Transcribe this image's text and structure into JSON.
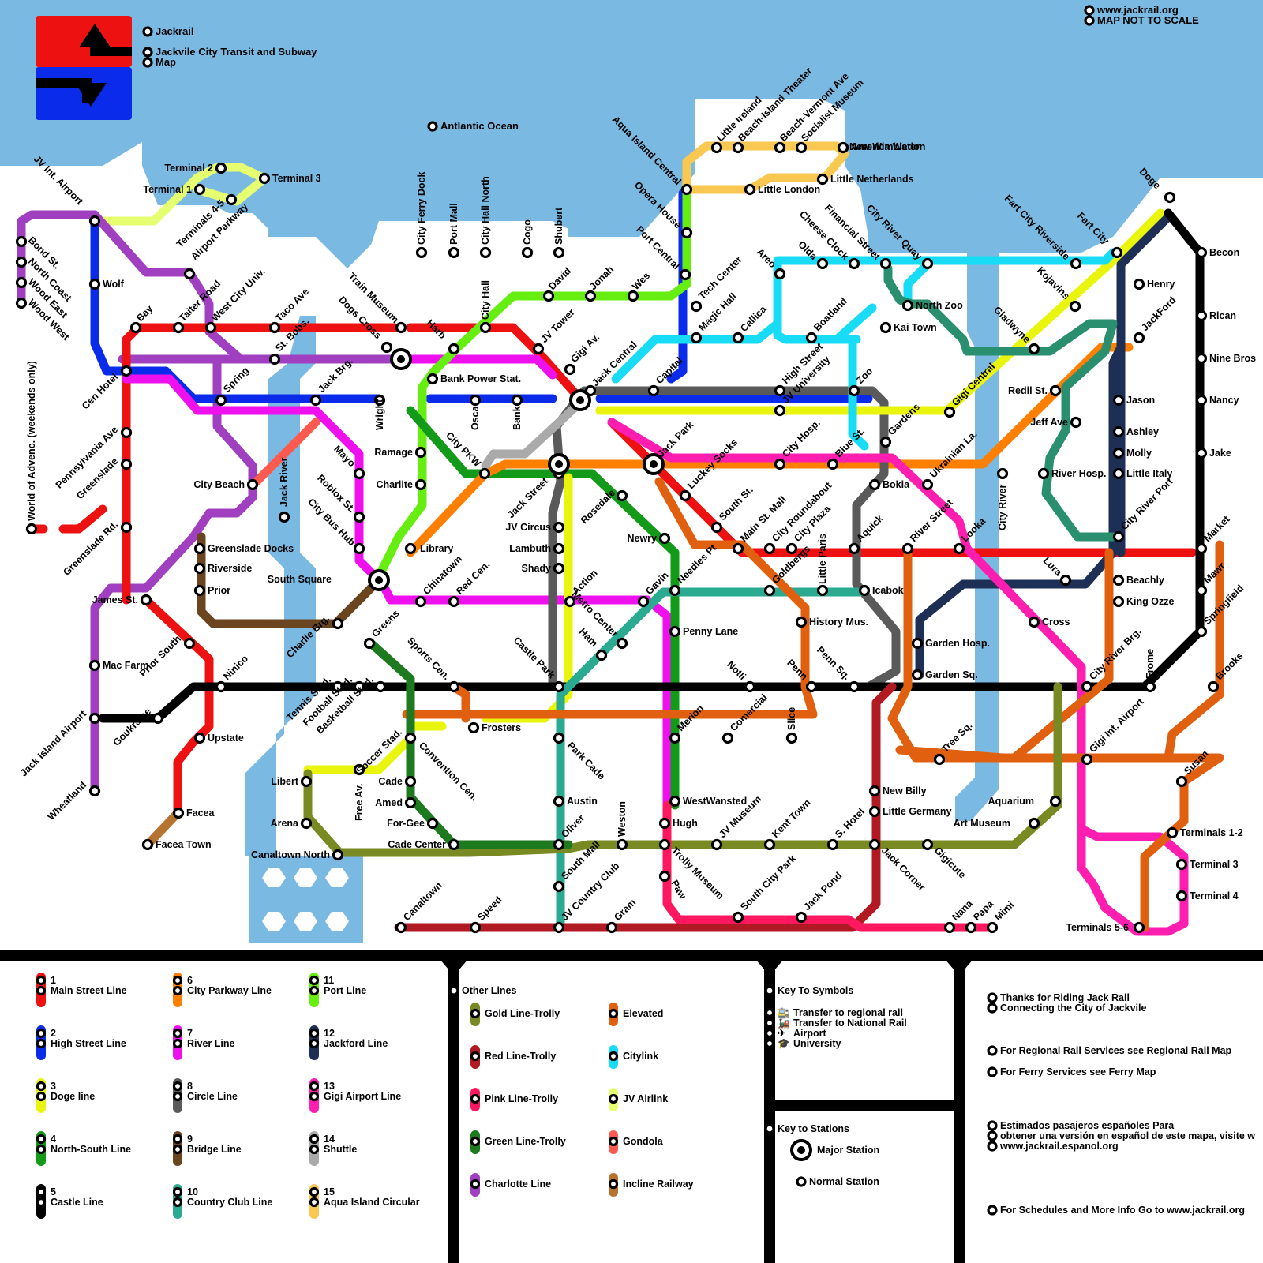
{
  "header": {
    "brand": "Jackrail",
    "system_name_1": "Jackvile City Transit and Subway",
    "system_name_2": "Map",
    "website": "www.jackrail.org",
    "scale_note": "MAP NOT TO SCALE",
    "ocean": "Antlantic Ocean"
  },
  "colors": {
    "water": "#7ab9e2",
    "main_street": "#ee1111",
    "high_street": "#0a2cea",
    "doge": "#eaf50e",
    "north_south": "#129a18",
    "castle": "#000000",
    "city_parkway": "#ff7f00",
    "river": "#ee11ee",
    "circle": "#5a5a5a",
    "bridge": "#6b4420",
    "country_club": "#2aaa90",
    "port": "#66ee11",
    "jackford": "#1e2f55",
    "gigi_airport": "#ff1eb0",
    "shuttle": "#aaaaaa",
    "aqua_island": "#f8c850",
    "gold_trolly": "#7a8a22",
    "red_trolly": "#b11a22",
    "pink_trolly": "#ff1860",
    "green_trolly": "#1e7a1e",
    "charlotte": "#a040c0",
    "elevated": "#e06010",
    "citylink": "#18dcf5",
    "jv_airlink": "#e6ff70",
    "gondola": "#ff5a50",
    "incline": "#b67330",
    "teal_green": "#2a8f6f"
  },
  "stations": [
    "JV Int. Airport",
    "Terminal 2",
    "Terminal 1",
    "Terminal 3",
    "Terminals 4-5",
    "Airport Parkway",
    "Bond St.",
    "North Coast",
    "Wood East",
    "Wood West",
    "Wolf",
    "Cen Hotel",
    "Bay",
    "Taiter Road",
    "West City Univ.",
    "Taco Ave",
    "St. Bobs.",
    "Spring",
    "Jack Brg.",
    "Wright",
    "Oscar",
    "Bank",
    "Train Museum",
    "Dogs Cross",
    "City Ferry Dock",
    "Port Mall",
    "City Hall North",
    "Cogo",
    "Shubert",
    "City Hall",
    "Harb",
    "Bank Power Stat.",
    "David",
    "Jonah",
    "Wes",
    "JV Tower",
    "Gigi Av.",
    "Jack Central",
    "Aqua Island Central",
    "Opera House",
    "Port Central",
    "Tech Center",
    "Magic Hall",
    "Callica",
    "Little Ireland",
    "Beach-Island Theater",
    "Beach-Vermont Ave",
    "Socialist Museum",
    "New Wimbledon",
    "America Water",
    "Little Netherlands",
    "Little London",
    "Areo",
    "Olda",
    "Cheese Clock",
    "Financial Street",
    "City River Quay",
    "Fart City Riverside",
    "Fart City",
    "Doge",
    "Kojavins",
    "Gladwyne",
    "North Zoo",
    "Kai Town",
    "Boatland",
    "High Street",
    "JV University",
    "Capital",
    "Zoo",
    "Gigi Central",
    "Redil St.",
    "Jeff Ave",
    "Becon",
    "Henry",
    "JackFord",
    "Rican",
    "Nine Bros",
    "Nancy",
    "Jake",
    "Jason",
    "Ashley",
    "Molly",
    "Little Italy",
    "City River Port",
    "River Hosp.",
    "City River",
    "Pennsylvania Ave",
    "Greenslade",
    "Greenslade Rd.",
    "World of Advenc. (weekends only)",
    "City Beach",
    "Jack River",
    "Mayo",
    "Ramage",
    "Charlite",
    "City PKW",
    "Jack Street",
    "Jack Park",
    "Luckey Socks",
    "City Hosp.",
    "Blue St.",
    "Gardens",
    "Bokia",
    "Ukrainian La.",
    "Roblox St.",
    "City Bus Hub",
    "Library",
    "JV Circus",
    "Lambuth",
    "Shady",
    "Rosedale",
    "South St.",
    "Main St. Mall",
    "City Roundabout",
    "City Plaza",
    "Goldbergs",
    "Little Paris",
    "Aquick",
    "River Street",
    "Looka",
    "Market",
    "Mawr",
    "Springfield",
    "Greenslade Docks",
    "Riverside",
    "Prior",
    "South Square",
    "Chinatown",
    "Red Cen.",
    "Action",
    "Newry",
    "Needles Pt",
    "Gavin",
    "Icabok",
    "Lura",
    "Beachly",
    "King Ozze",
    "James St.",
    "History Mus.",
    "Cross",
    "Penny Lane",
    "Ham",
    "Metro Center",
    "Castle Park",
    "Greens",
    "Sports Cen.",
    "Notli",
    "Penn",
    "Penn Sq.",
    "Garden Hosp.",
    "Garden Sq.",
    "City River Brg.",
    "Frome",
    "Brooks",
    "Mac Farm",
    "Prior South",
    "Ninico",
    "Charlie Brg.",
    "Tennis Stad.",
    "Football Stad.",
    "Basketball Stad.",
    "Soccer Stad.",
    "Goukraine",
    "Jack Island Airport",
    "Upstate",
    "Frosters",
    "Merion",
    "Comercial",
    "Slice",
    "Tree Sq.",
    "Gigi Int. Airport",
    "Libert",
    "Free Av.",
    "Cade",
    "Amed",
    "Convention Cen.",
    "Park Cade",
    "WestWansted",
    "Arena",
    "For-Gee",
    "Austin",
    "Weston",
    "JV Museum",
    "Kent Town",
    "S. Hotel",
    "New Billy",
    "Little Germany",
    "Aquarium",
    "Susan",
    "Art Museum",
    "Terminals 1-2",
    "Wheatland",
    "Facea",
    "Facea Town",
    "Canaltown North",
    "Cade Center",
    "Oliver",
    "Hugh",
    "Jack Corner",
    "Gigicute",
    "Terminal 3",
    "Terminal 4",
    "South Mall",
    "Trolly Museum",
    "Canaltown",
    "Speed",
    "JV Country Club",
    "Gram",
    "Paw",
    "South City Park",
    "Jack Pond",
    "Nana",
    "Papa",
    "Mimi",
    "Terminals 5-6"
  ],
  "legend": {
    "numbered_lines": [
      {
        "num": "1",
        "name": "Main Street Line"
      },
      {
        "num": "2",
        "name": "High Street Line"
      },
      {
        "num": "3",
        "name": "Doge line"
      },
      {
        "num": "4",
        "name": "North-South Line"
      },
      {
        "num": "5",
        "name": "Castle Line"
      },
      {
        "num": "6",
        "name": "City Parkway Line"
      },
      {
        "num": "7",
        "name": "River Line"
      },
      {
        "num": "8",
        "name": "Circle Line"
      },
      {
        "num": "9",
        "name": "Bridge Line"
      },
      {
        "num": "10",
        "name": "Country Club Line"
      },
      {
        "num": "11",
        "name": "Port Line"
      },
      {
        "num": "12",
        "name": "Jackford Line"
      },
      {
        "num": "13",
        "name": "Gigi Airport Line"
      },
      {
        "num": "14",
        "name": "Shuttle"
      },
      {
        "num": "15",
        "name": "Aqua Island Circular"
      }
    ],
    "other_lines_title": "Other Lines",
    "other_lines": [
      "Gold Line-Trolly",
      "Red Line-Trolly",
      "Pink Line-Trolly",
      "Green Line-Trolly",
      "Charlotte Line",
      "Elevated",
      "Citylink",
      "JV Airlink",
      "Gondola",
      "Incline Railway"
    ],
    "symbols_title": "Key To Symbols",
    "symbols": [
      {
        "icon": "🚉",
        "text": "Transfer to regional rail"
      },
      {
        "icon": "🚂",
        "text": "Transfer to National Rail"
      },
      {
        "icon": "✈",
        "text": "Airport"
      },
      {
        "icon": "🎓",
        "text": "University"
      }
    ],
    "stations_title": "Key to Stations",
    "major_station": "Major Station",
    "normal_station": "Normal Station",
    "info": [
      "Thanks for Riding Jack Rail",
      "Connecting the City of Jackvile",
      "For Regional Rail Services see Regional Rail Map",
      "For Ferry Services see Ferry Map",
      "Estimados pasajeros españoles Para",
      "obtener una versión en español de este mapa, visite w",
      "www.jackrail.espanol.org",
      "For Schedules and More Info Go to www.jackrail.org"
    ]
  }
}
